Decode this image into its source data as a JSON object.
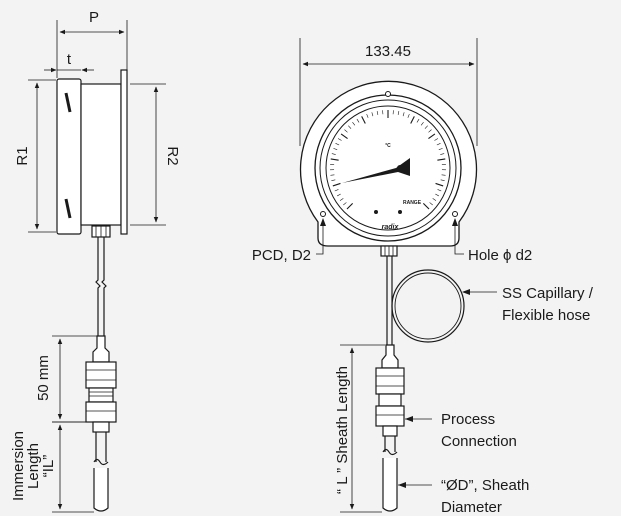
{
  "side_view": {
    "dim_p": "P",
    "dim_t": "t",
    "dim_r1": "R1",
    "dim_r2": "R2",
    "dim_50mm": "50 mm",
    "immersion_line1": "Immersion",
    "immersion_line2": "Length",
    "immersion_line3": "“IL”"
  },
  "front_view": {
    "width_dim": "133.45",
    "dial_unit": "°C",
    "dial_range": "RANGE",
    "brand": "radix",
    "pcd": "PCD, D2",
    "hole": "Hole ϕ d2",
    "capillary_line1": "SS Capillary /",
    "capillary_line2": "Flexible hose",
    "sheath_length": "“ L ” Sheath Length",
    "process_line1": "Process",
    "process_line2": "Connection",
    "diameter_line1": "“ØD”, Sheath",
    "diameter_line2": "Diameter"
  },
  "colors": {
    "background": "#f3f3f3",
    "line": "#1a1a1a",
    "bezel_fill": "#ffffff",
    "dial_fill": "#ffffff"
  }
}
